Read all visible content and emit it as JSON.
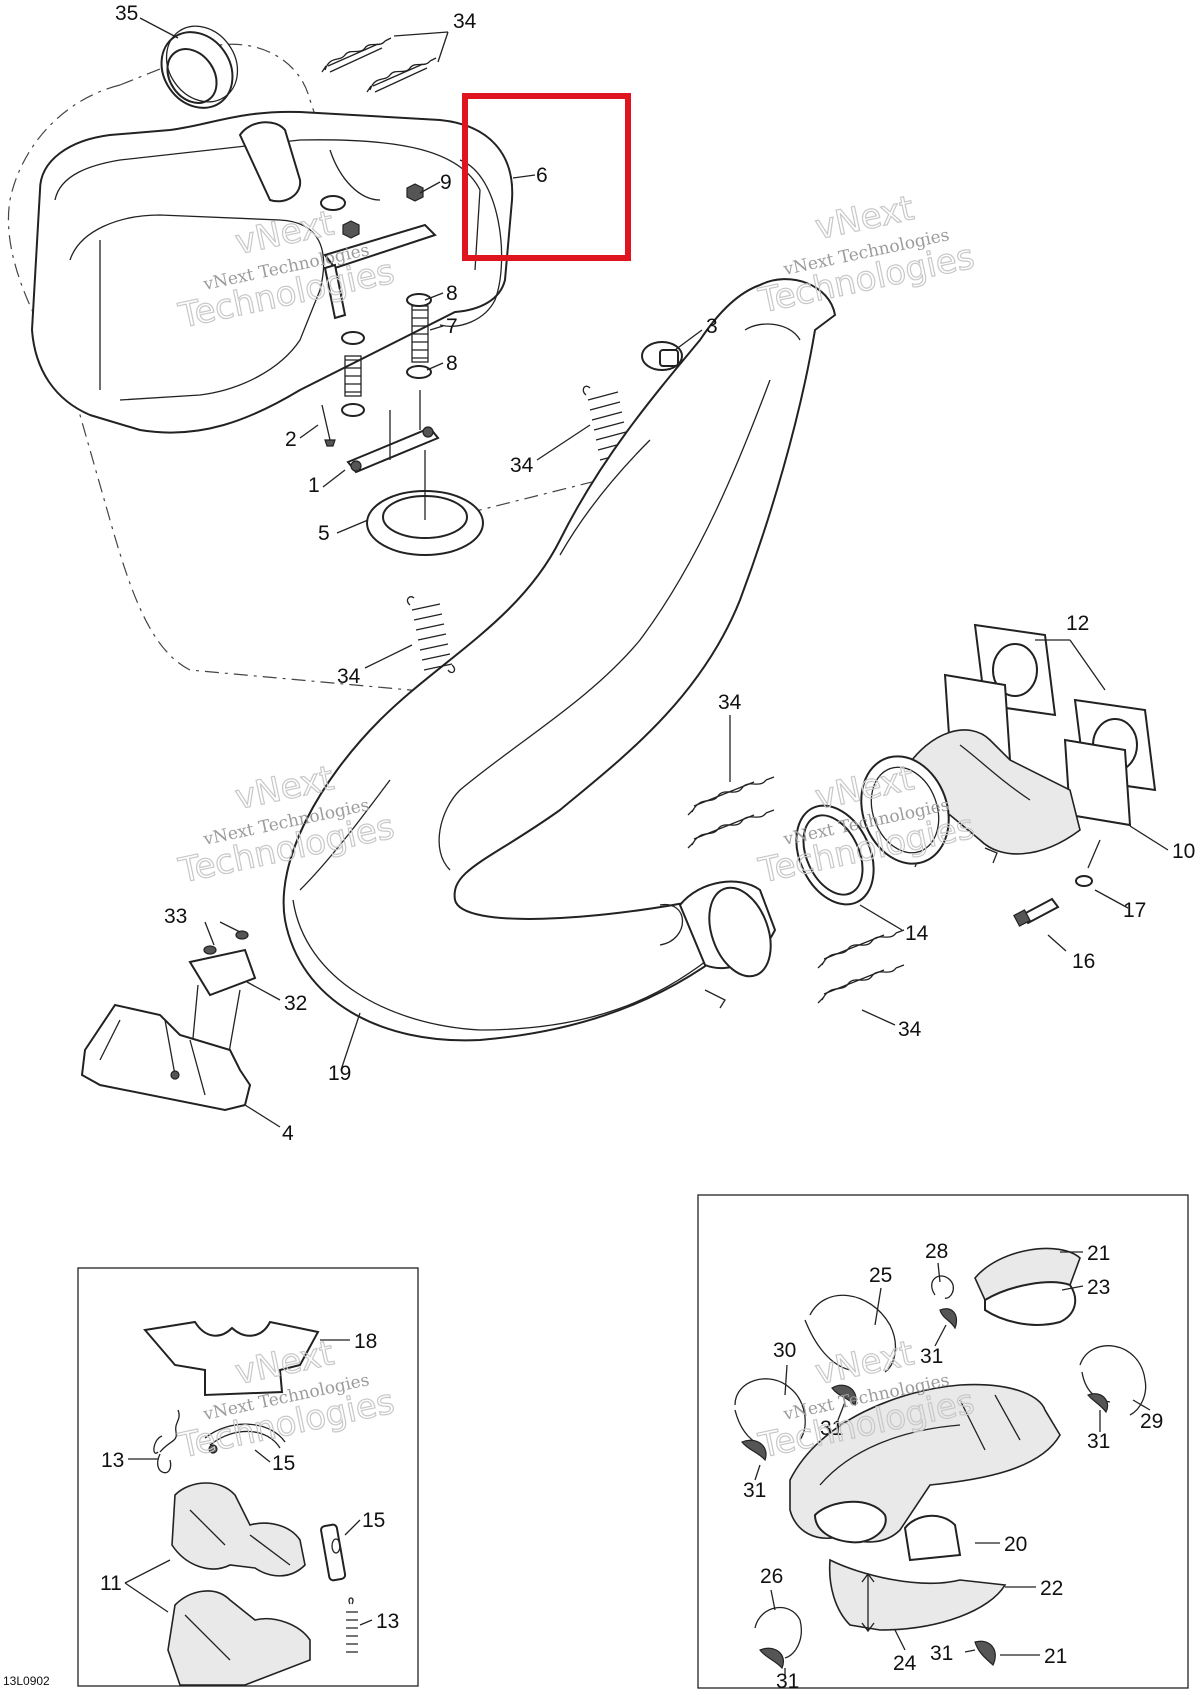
{
  "drawing_code": "13L0902",
  "callouts": {
    "c35": "35",
    "c34a": "34",
    "c6": "6",
    "c9": "9",
    "c8a": "8",
    "c7": "7",
    "c8b": "8",
    "c3": "3",
    "c2": "2",
    "c1": "1",
    "c34b": "34",
    "c5": "5",
    "c34c": "34",
    "c12": "12",
    "c34d": "34",
    "c10": "10",
    "c17": "17",
    "c14": "14",
    "c16": "16",
    "c33": "33",
    "c32": "32",
    "c19": "19",
    "c34e": "34",
    "c4": "4",
    "c18": "18",
    "c13a": "13",
    "c15a": "15",
    "c15b": "15",
    "c11": "11",
    "c13b": "13",
    "c28": "28",
    "c21a": "21",
    "c25": "25",
    "c23": "23",
    "c31a": "31",
    "c30": "30",
    "c31b": "31",
    "c29": "29",
    "c31c": "31",
    "c31d": "31",
    "c20": "20",
    "c26": "26",
    "c22": "22",
    "c24": "24",
    "c31e": "31",
    "c21b": "21",
    "c31f": "31"
  },
  "watermark": {
    "company": "vNext Technologies",
    "mark_top": "vNext",
    "mark_bottom": "Technologies"
  },
  "highlight": {
    "target_callout": "6",
    "color": "#e0141e"
  }
}
